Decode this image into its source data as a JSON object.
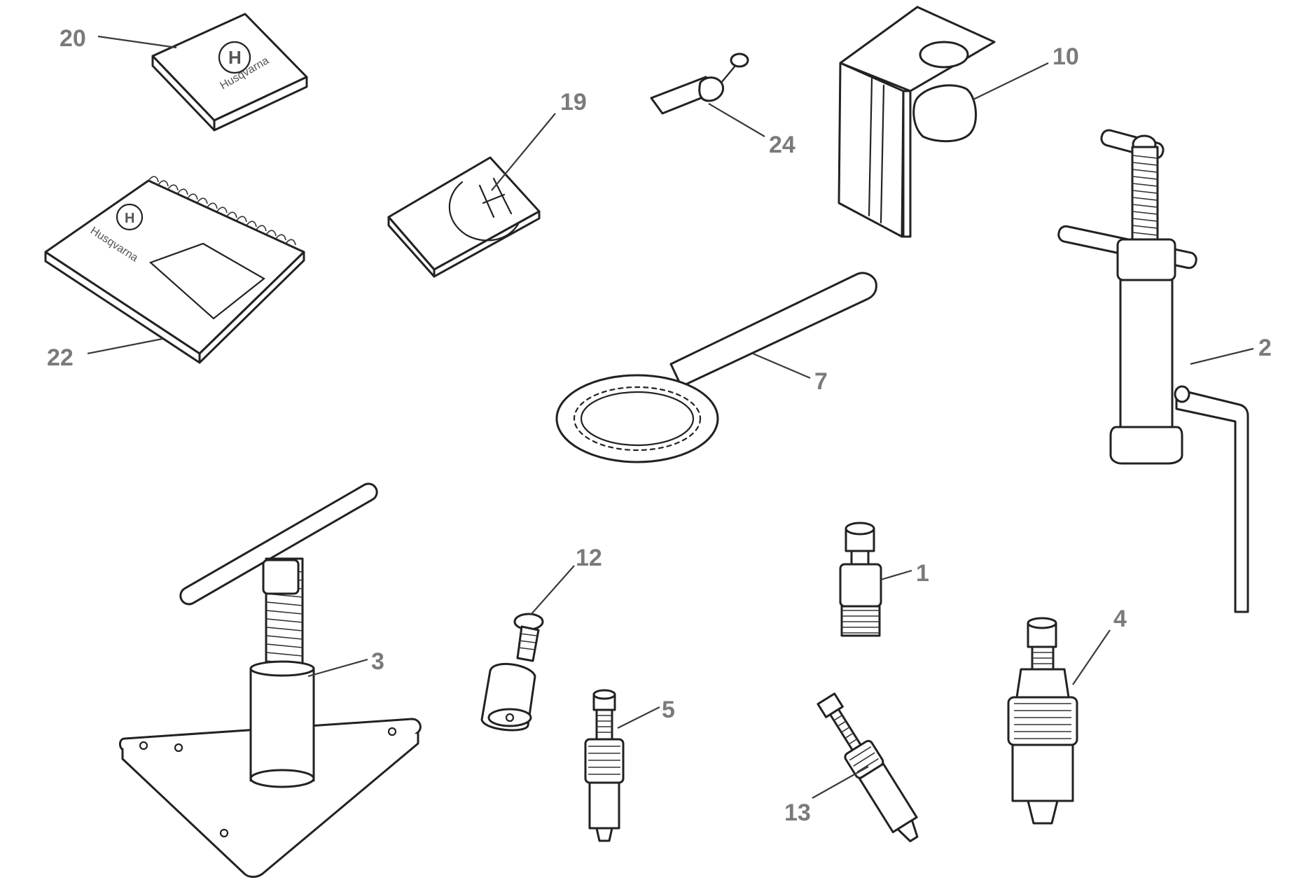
{
  "callouts": [
    {
      "id": "c20",
      "number": "20",
      "item": "brand-booklet"
    },
    {
      "id": "c22",
      "number": "22",
      "item": "spiral-manual"
    },
    {
      "id": "c19",
      "number": "19",
      "item": "logo-notepad"
    },
    {
      "id": "c24",
      "number": "24",
      "item": "key-fob"
    },
    {
      "id": "c10",
      "number": "10",
      "item": "holding-bracket"
    },
    {
      "id": "c2",
      "number": "2",
      "item": "t-handle-puller-with-hex-key"
    },
    {
      "id": "c7",
      "number": "7",
      "item": "ring-spanner"
    },
    {
      "id": "c12",
      "number": "12",
      "item": "small-puller"
    },
    {
      "id": "c1",
      "number": "1",
      "item": "threaded-adapter"
    },
    {
      "id": "c4",
      "number": "4",
      "item": "knurled-puller"
    },
    {
      "id": "c3",
      "number": "3",
      "item": "press-tool-with-base-plate"
    },
    {
      "id": "c5",
      "number": "5",
      "item": "valve-tool"
    },
    {
      "id": "c13",
      "number": "13",
      "item": "angled-puller"
    }
  ],
  "booklets": {
    "brand_text": "Husqvarna",
    "logo_letter": "H"
  },
  "colors": {
    "ink": "#222222",
    "label": "#7a7a7a",
    "background": "#ffffff"
  }
}
